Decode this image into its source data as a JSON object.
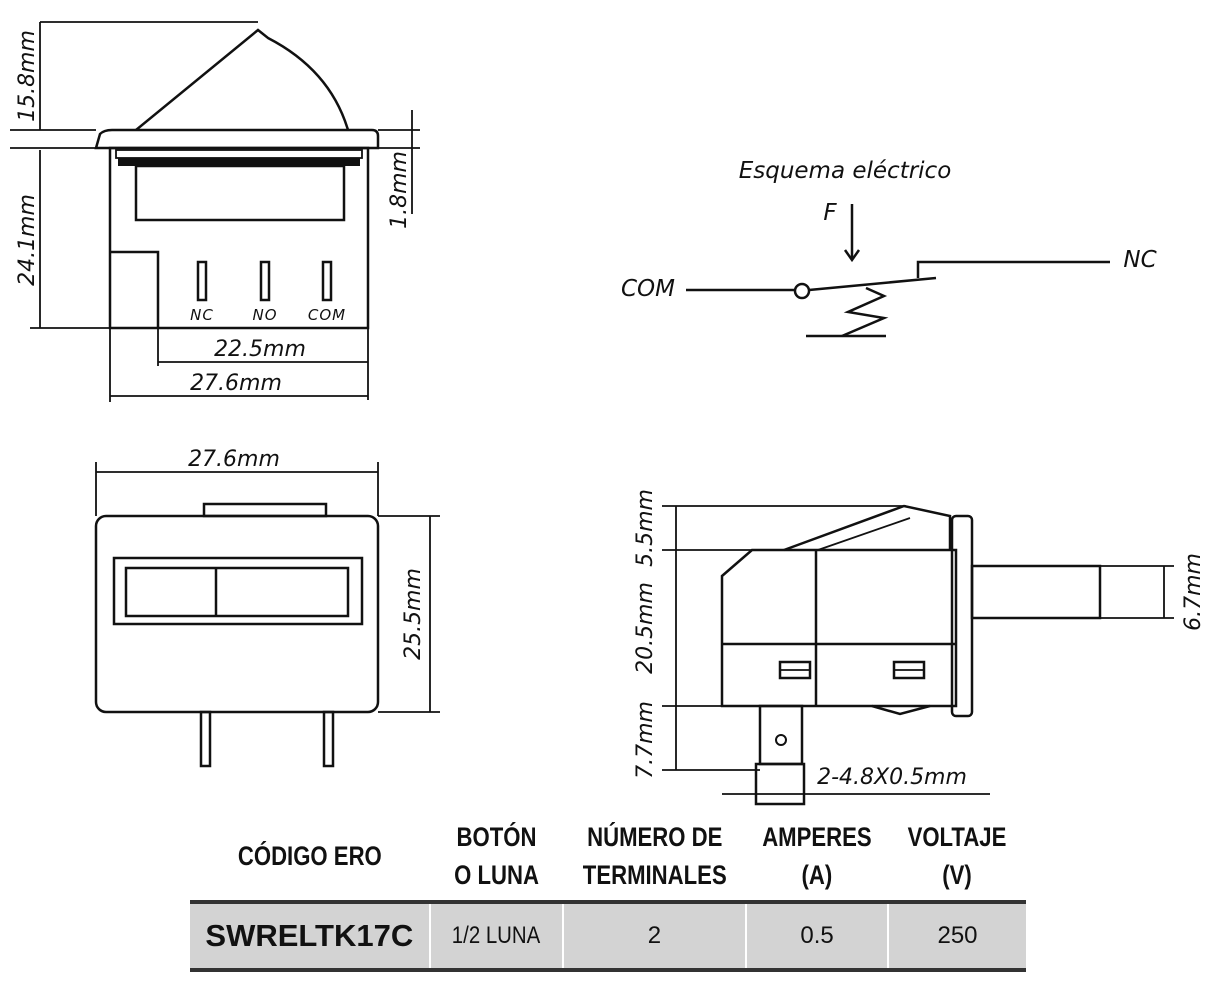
{
  "dimensions": {
    "top_view": {
      "cap_height": "15.8mm",
      "flange": "1.8mm",
      "body_height": "24.1mm",
      "terminal_span": "22.5mm",
      "width": "27.6mm",
      "terminals": [
        "NC",
        "NO",
        "COM"
      ]
    },
    "front_view": {
      "width": "27.6mm",
      "height": "25.5mm"
    },
    "side_view": {
      "top": "5.5mm",
      "body": "20.5mm",
      "terminal_length": "7.7mm",
      "terminal_size": "2-4.8X0.5mm",
      "shaft": "6.7mm"
    }
  },
  "schematic": {
    "title": "Esquema eléctrico",
    "force_label": "F",
    "com_label": "COM",
    "nc_label": "NC"
  },
  "table": {
    "headers": [
      [
        "CÓDIGO ERO"
      ],
      [
        "BOTÓN",
        "O LUNA"
      ],
      [
        "NÚMERO DE",
        "TERMINALES"
      ],
      [
        "AMPERES",
        "(A)"
      ],
      [
        "VOLTAJE",
        "(V)"
      ]
    ],
    "row": {
      "code": "SWRELTK17C",
      "button": "1/2 LUNA",
      "terminals": "2",
      "amperes": "0.5",
      "voltage": "250"
    }
  }
}
